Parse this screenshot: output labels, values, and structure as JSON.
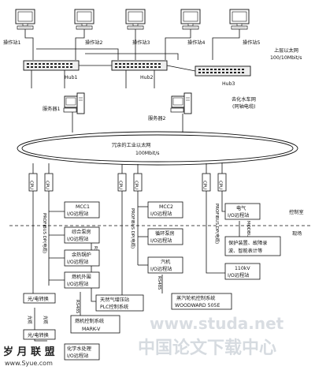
{
  "stations": {
    "s1": "操作站1",
    "s2": "操作站2",
    "s3": "操作站3",
    "s4": "操作站4",
    "s5": "操作站5"
  },
  "upper_network": {
    "line1": "上层以太网",
    "line2": "100/10Mbit/s"
  },
  "hubs": {
    "hub1": "Hub1",
    "hub2": "Hub2",
    "hub3": "Hub3"
  },
  "desalination": {
    "line1": "去化水车网",
    "line2": "(同轴电缆)"
  },
  "servers": {
    "server1": "服务器1",
    "server2": "服务器2"
  },
  "redundant_network": {
    "line1": "冗余的工业以太网",
    "line2": "100Mbit/s"
  },
  "cpu_label": "CPU",
  "zones": {
    "control_room": "控制室",
    "field": "现场"
  },
  "profibus": "PROFIBUS DP(电缆)",
  "profibus_fiber": "PROFIBUS DP(光缆)",
  "modbus": "MODBUS",
  "rs485": "RS485",
  "boxes": {
    "mcc1": [
      "MCC1",
      "I/O远程站"
    ],
    "mcc2": [
      "MCC2",
      "I/O远程站"
    ],
    "elec": [
      "电气",
      "I/O远程站"
    ],
    "pump": [
      "综合泵房",
      "I/O远程站"
    ],
    "circ": [
      "循环泵房",
      "I/O远程站"
    ],
    "boiler": [
      "余热锅炉",
      "I/O远程站"
    ],
    "turbine": [
      "汽机",
      "I/O远程站"
    ],
    "gas_outer": [
      "燃机外围",
      "I/O远程站"
    ],
    "protect": [
      "保护装置、故障录",
      "波、智能表计等"
    ],
    "kv110": [
      "110kV",
      "I/O远程站"
    ],
    "oe1": [
      "光/电转换"
    ],
    "oe2": [
      "光/电转换"
    ],
    "gas_comp": [
      "天然气增压站",
      "PLC控制系统"
    ],
    "steam_ctrl": [
      "蒸汽轮机控制系统",
      "WOODWARD 505E"
    ],
    "gas_ctrl": [
      "燃机控制系统",
      "MARK-V"
    ],
    "water": [
      "化学水处理",
      "I/O远程站"
    ]
  },
  "fiber_labels": [
    "光缆",
    "光缆"
  ],
  "watermark": {
    "cn_top": "岁 月 联 盟",
    "site_left": "www.Syue.com",
    "site_right": "www.studa.net",
    "cn_right": "中国论文下载中心"
  }
}
